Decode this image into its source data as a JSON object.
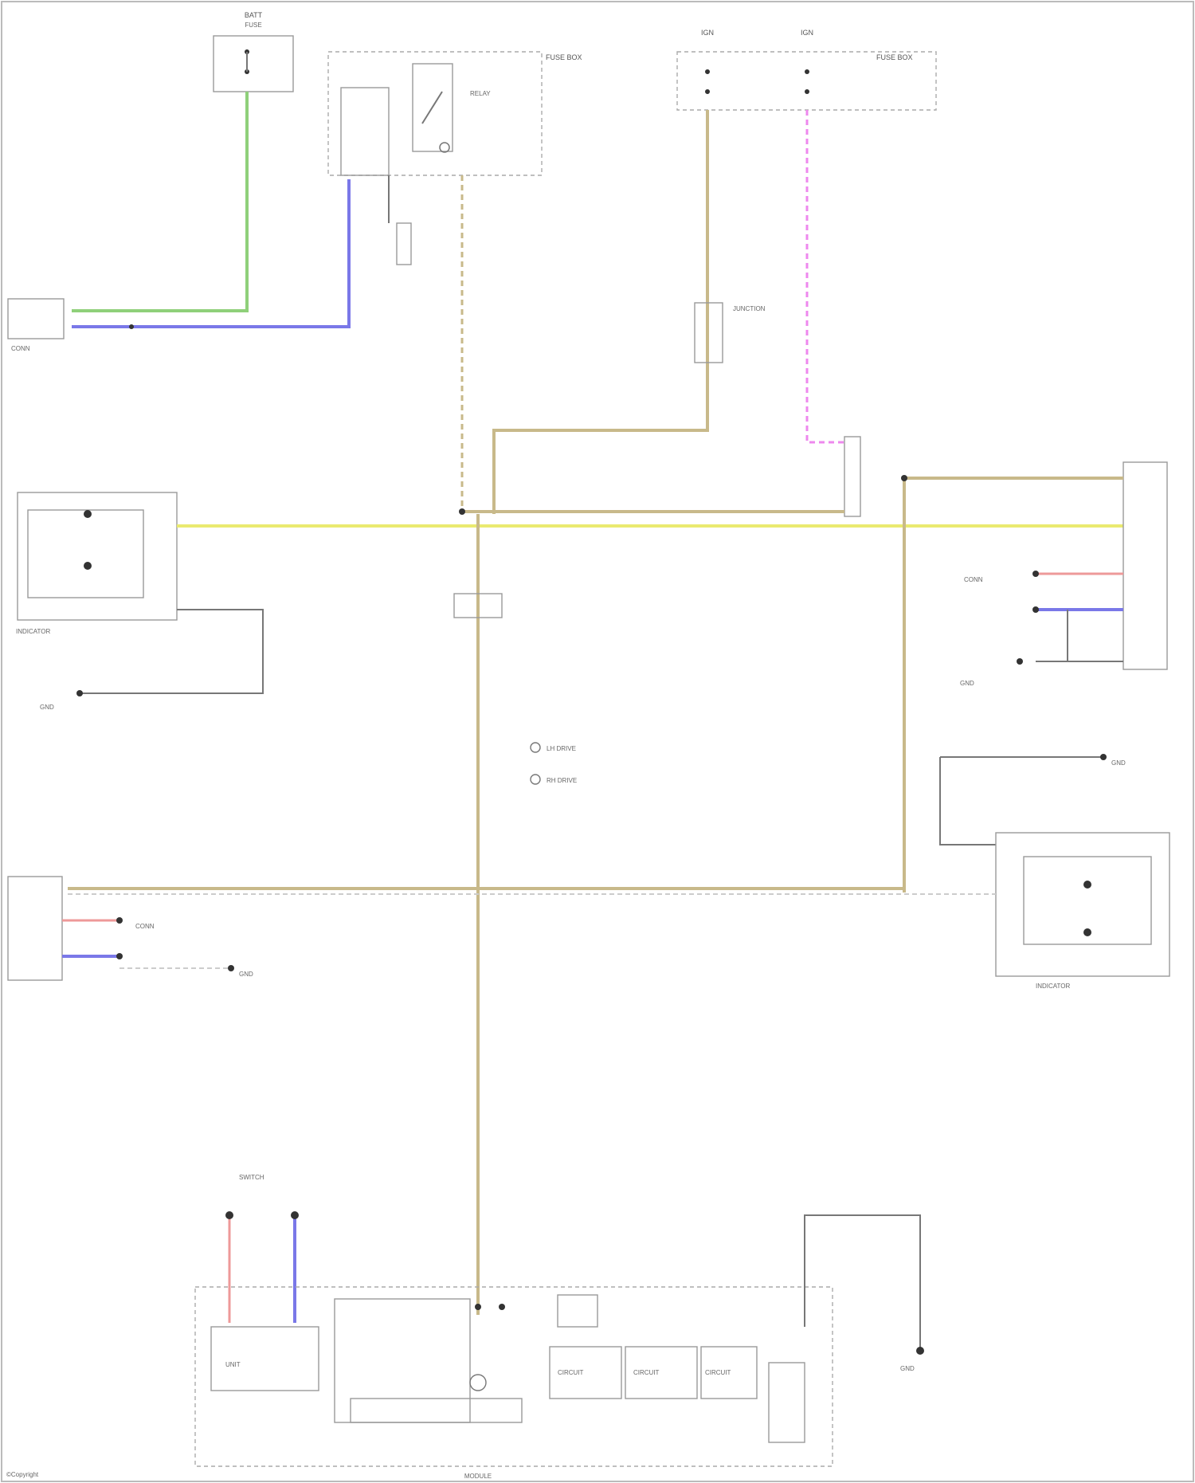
{
  "diagram": {
    "footer_credit": "©Copyright",
    "legend": {
      "item1": "LH DRIVE",
      "item2": "RH DRIVE"
    },
    "labels": {
      "top_fuse": "BATT",
      "top_fuse_sub": "FUSE",
      "relay_box": "FUSE BOX",
      "relay": "RELAY",
      "ign_left": "IGN",
      "ign_right": "IGN",
      "underdash": "FUSE BOX",
      "junction": "JUNCTION",
      "left_connector": "CONN",
      "front_indicator": "INDICATOR",
      "ground_left": "GND",
      "mid_right_connector": "CONN",
      "mid_right_ground": "GND",
      "ground_right": "GND",
      "rear_indicator": "INDICATOR",
      "left_connector_lower": "CONN",
      "ground_lower_left": "GND",
      "bottom_module": "MODULE",
      "bottom_sub1": "UNIT",
      "bottom_sub2": "CIRCUIT",
      "bottom_sub3": "CIRCUIT",
      "bottom_sub4": "CIRCUIT",
      "bottom_ground": "GND",
      "bottom_top": "SWITCH"
    }
  }
}
